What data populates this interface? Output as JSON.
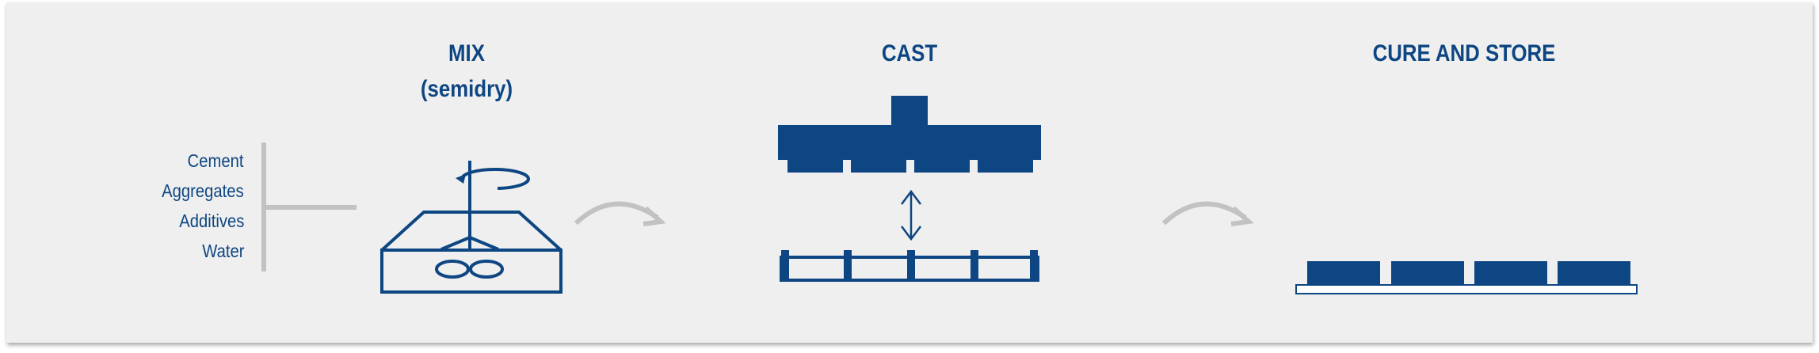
{
  "stages": {
    "mix": {
      "title": "MIX",
      "subtitle": "(semidry)",
      "ingredients": [
        "Cement",
        "Aggregates",
        "Additives",
        "Water"
      ]
    },
    "cast": {
      "title": "CAST"
    },
    "cure": {
      "title": "CURE AND STORE"
    }
  },
  "colors": {
    "primary": "#0d4682",
    "arrow_gray": "#c2c2c2",
    "background": "#efefef"
  },
  "icons": [
    "mixer-icon",
    "rotation-icon",
    "press-icon",
    "mold-icon",
    "pallet-icon",
    "curved-arrow-icon",
    "double-arrow-icon"
  ]
}
